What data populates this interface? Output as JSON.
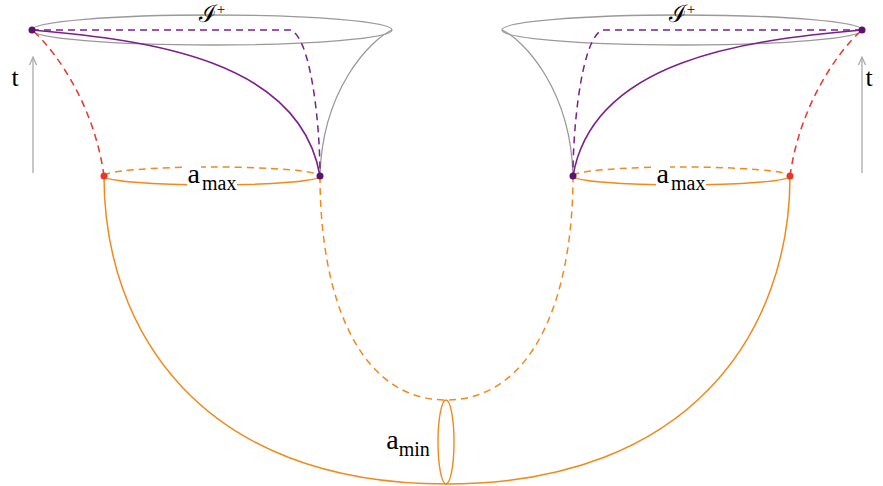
{
  "diagram": {
    "labels": [
      "ℐ",
      "+",
      "ℐ",
      "+",
      "t",
      "t",
      "a",
      "max",
      "a",
      "max",
      "a",
      "min"
    ]
  }
}
